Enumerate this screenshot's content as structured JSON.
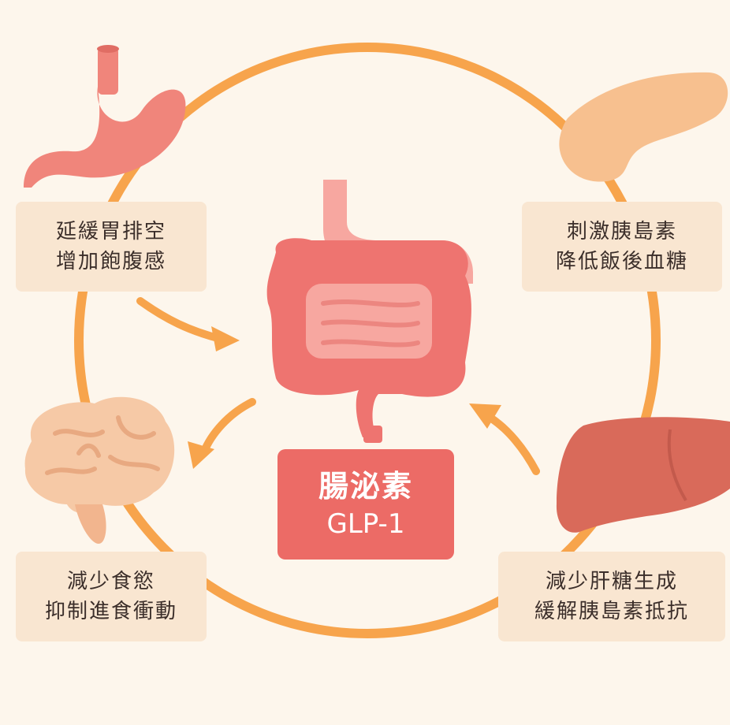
{
  "center": {
    "title": "腸泌素",
    "subtitle": "GLP-1"
  },
  "effects": {
    "stomach": {
      "line1": "延緩胃排空",
      "line2": "增加飽腹感"
    },
    "pancreas": {
      "line1": "刺激胰島素",
      "line2": "降低飯後血糖"
    },
    "brain": {
      "line1": "減少食慾",
      "line2": "抑制進食衝動"
    },
    "liver": {
      "line1": "減少肝糖生成",
      "line2": "緩解胰島素抵抗"
    }
  },
  "icons": [
    "stomach-icon",
    "pancreas-icon",
    "brain-icon",
    "liver-icon",
    "intestine-icon"
  ],
  "colors": {
    "background": "#fdf6ec",
    "cycle_ring": "#f7a44c",
    "center_box": "#ec6b66",
    "label_box": "#f9e6d1",
    "stomach": "#f0857b",
    "pancreas": "#f7c08f",
    "brain": "#f6c9a6",
    "liver": "#d96a5a",
    "intestine": "#ee7470"
  }
}
